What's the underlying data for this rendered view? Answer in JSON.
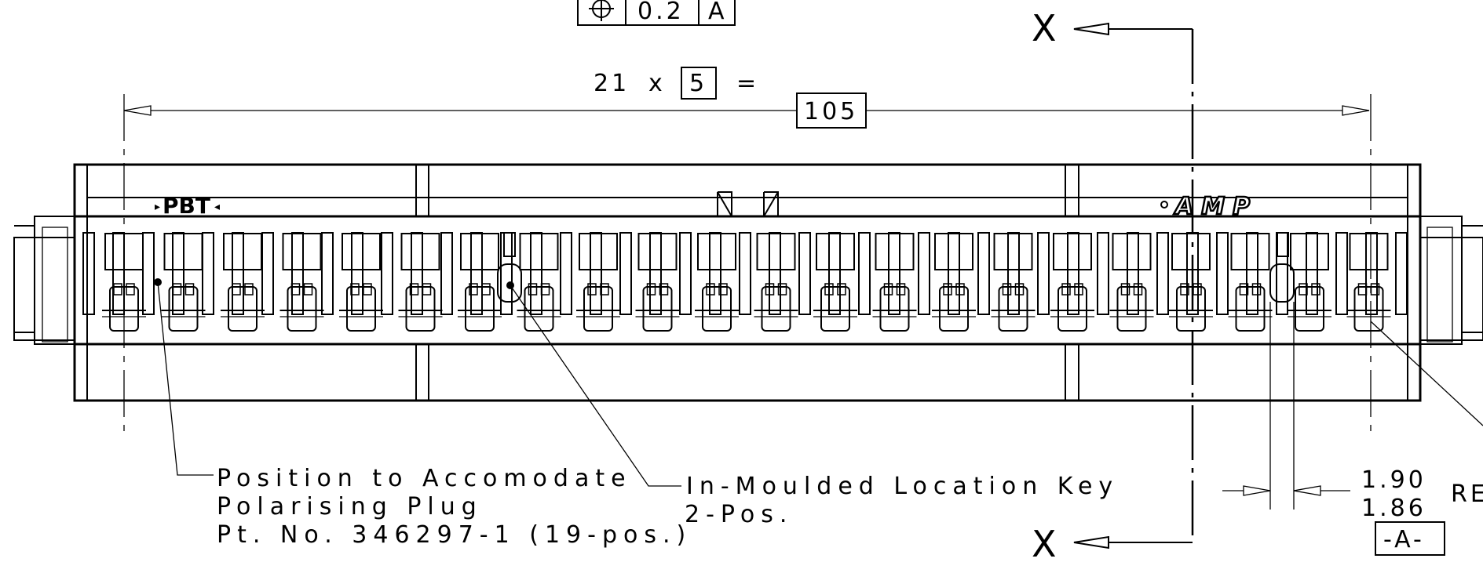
{
  "tolerance_frame": {
    "symbol": "position-icon",
    "value": "0.2",
    "datum": "A"
  },
  "pitch_dim": {
    "count": "21",
    "times": "x",
    "pitch": "5",
    "equals": "="
  },
  "overall_dim": "105",
  "section": {
    "top": "X",
    "bottom": "X"
  },
  "markings": {
    "material": "PBT",
    "brand": "AMP"
  },
  "notes": {
    "polarising": [
      "Position to Accomodate",
      "Polarising Plug",
      "Pt. No. 346297-1 (19-pos.)"
    ],
    "location_key": [
      "In-Moulded Location Key",
      "2-Pos."
    ]
  },
  "width_dim": {
    "max": "1.90",
    "min": "1.86",
    "ref": "RE"
  },
  "datum_label": "-A-",
  "colors": {
    "line": "#000000",
    "background": "#ffffff"
  }
}
